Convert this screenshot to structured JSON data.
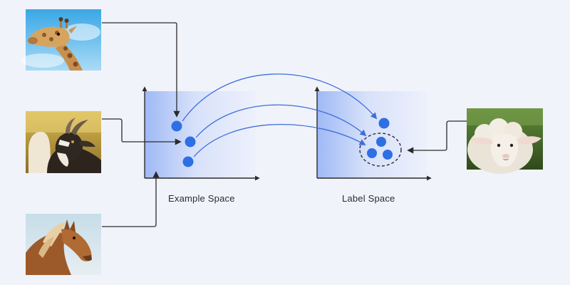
{
  "labels": {
    "example_space": "Example Space",
    "label_space": "Label Space"
  },
  "images": [
    {
      "name": "giraffe-photo",
      "subject": "giraffe"
    },
    {
      "name": "goat-photo",
      "subject": "goat"
    },
    {
      "name": "horse-photo",
      "subject": "horse"
    },
    {
      "name": "sheep-photo",
      "subject": "sheep"
    }
  ],
  "colors": {
    "background": "#f1f3fb",
    "point": "#2f6fe4",
    "arrow": "#3d6fd8",
    "connector": "#2b2b2b",
    "space_gradient_start": "#9fb9f5",
    "space_gradient_end": "#eef1fc"
  }
}
